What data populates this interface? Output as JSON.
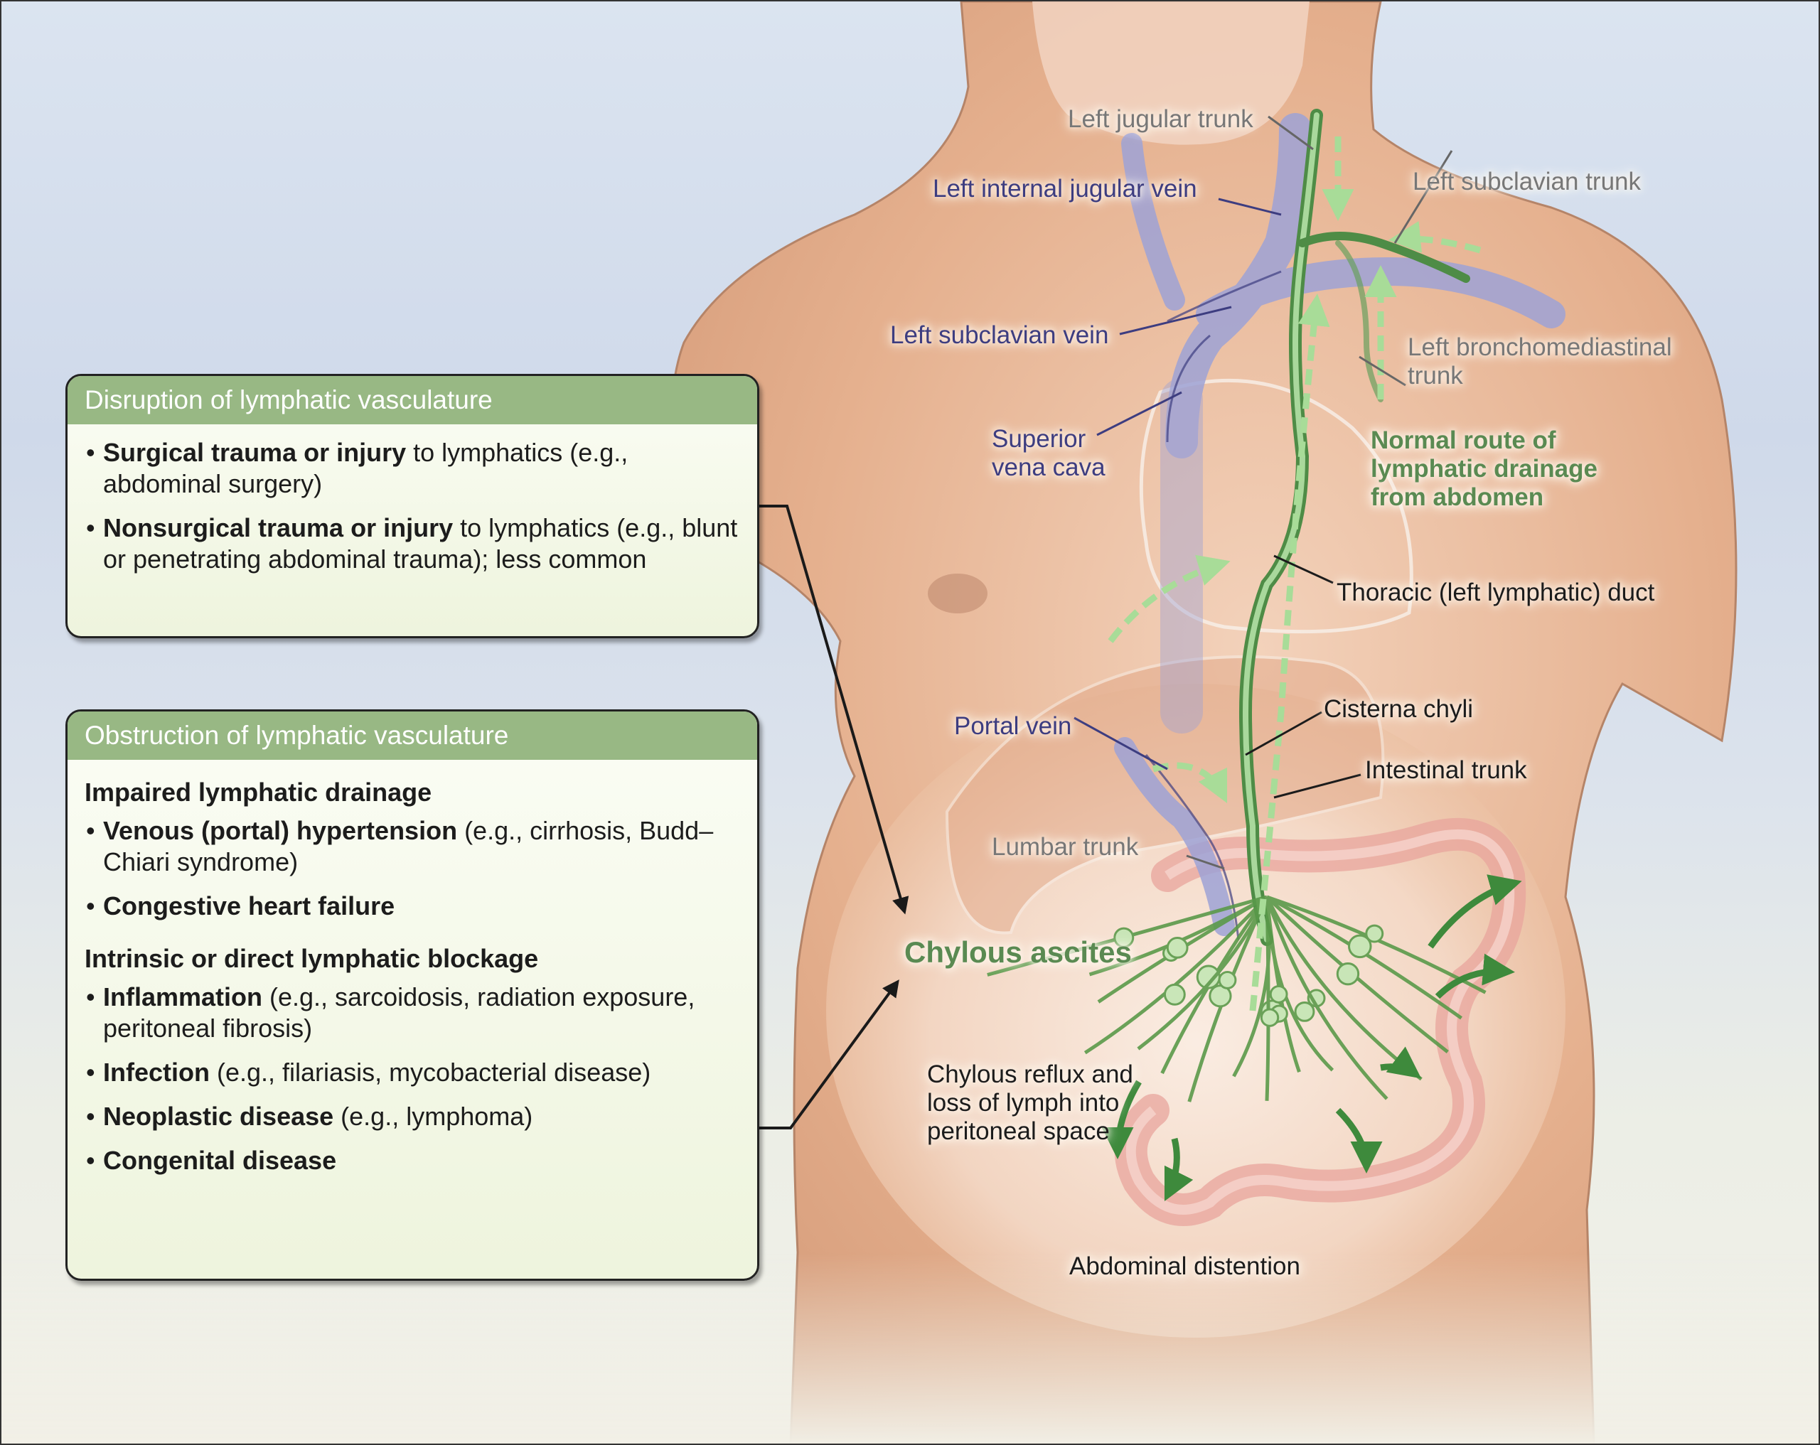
{
  "figure": {
    "title": "Chylous ascites: mechanisms and lymphatic drainage"
  },
  "boxes": {
    "disruption": {
      "heading": "Disruption of lymphatic vasculature",
      "items": [
        {
          "bold": "Surgical trauma or injury",
          "rest": " to lymphatics (e.g., abdominal surgery)"
        },
        {
          "bold": "Nonsurgical trauma or injury",
          "rest": " to lymphatics (e.g., blunt or penetrating abdominal trauma); less common"
        }
      ]
    },
    "obstruction": {
      "heading": "Obstruction of lymphatic vasculature",
      "groups": [
        {
          "subheading": "Impaired lymphatic drainage",
          "items": [
            {
              "bold": "Venous (portal) hypertension",
              "rest": " (e.g., cirrhosis, Budd–Chiari syndrome)"
            },
            {
              "bold": "Congestive heart failure",
              "rest": ""
            }
          ]
        },
        {
          "subheading": "Intrinsic or direct lymphatic blockage",
          "items": [
            {
              "bold": "Inflammation",
              "rest": " (e.g., sarcoidosis, radiation exposure, peritoneal fibrosis)"
            },
            {
              "bold": "Infection",
              "rest": " (e.g., filariasis, mycobacterial disease)"
            },
            {
              "bold": "Neoplastic disease",
              "rest": " (e.g., lymphoma)"
            },
            {
              "bold": "Congenital disease",
              "rest": ""
            }
          ]
        }
      ]
    }
  },
  "bullet": "•",
  "labels": {
    "left_jugular_trunk": "Left jugular trunk",
    "left_internal_jugular_vein": "Left internal jugular vein",
    "left_subclavian_trunk": "Left subclavian trunk",
    "left_subclavian_vein": "Left subclavian vein",
    "left_bronchomediastinal_trunk": "Left bronchomediastinal\ntrunk",
    "superior_vena_cava": "Superior\nvena cava",
    "normal_route": "Normal route of\nlymphatic drainage\nfrom abdomen",
    "thoracic_duct": "Thoracic (left lymphatic) duct",
    "portal_vein": "Portal vein",
    "cisterna_chyli": "Cisterna chyli",
    "intestinal_trunk": "Intestinal trunk",
    "lumbar_trunk": "Lumbar trunk",
    "chylous_ascites": "Chylous ascites",
    "chylous_reflux": "Chylous reflux and\nloss of lymph into\nperitoneal space",
    "abdominal_distention": "Abdominal distention"
  },
  "colors": {
    "header_green": "#98b884",
    "lymph_green": "#5a9a4a",
    "vein_blue": "#8f93cc",
    "label_blue": "#3d3d80",
    "skin": "#e8b896",
    "intestine": "#eaa8a0"
  }
}
